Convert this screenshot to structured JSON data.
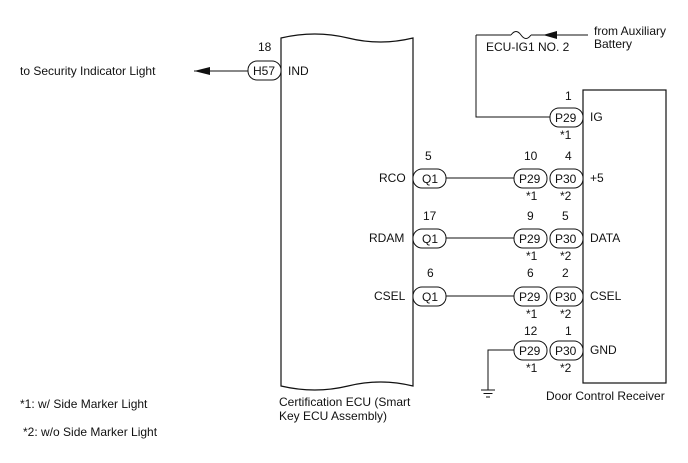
{
  "ecu": {
    "label_line1": "Certification ECU (Smart",
    "label_line2": "Key ECU Assembly)"
  },
  "receiver": {
    "label": "Door Control Receiver"
  },
  "security": {
    "pin": "18",
    "connector": "H57",
    "signal": "IND",
    "destination": "to Security Indicator Light"
  },
  "supply": {
    "fuse": "ECU-IG1 NO. 2",
    "source_line1": "from Auxiliary",
    "source_line2": "Battery",
    "pin": "1",
    "connector": "P29",
    "signal": "IG",
    "note": "*1"
  },
  "rows": [
    {
      "ecu_pin": "5",
      "ecu_signal": "RCO",
      "ecu_conn": "Q1",
      "p29_pin": "10",
      "p30_pin": "4",
      "p29": "P29",
      "p30": "P30",
      "note1": "*1",
      "note2": "*2",
      "rx_signal": "+5"
    },
    {
      "ecu_pin": "17",
      "ecu_signal": "RDAM",
      "ecu_conn": "Q1",
      "p29_pin": "9",
      "p30_pin": "5",
      "p29": "P29",
      "p30": "P30",
      "note1": "*1",
      "note2": "*2",
      "rx_signal": "DATA"
    },
    {
      "ecu_pin": "6",
      "ecu_signal": "CSEL",
      "ecu_conn": "Q1",
      "p29_pin": "6",
      "p30_pin": "2",
      "p29": "P29",
      "p30": "P30",
      "note1": "*1",
      "note2": "*2",
      "rx_signal": "CSEL"
    }
  ],
  "ground": {
    "p29_pin": "12",
    "p30_pin": "1",
    "p29": "P29",
    "p30": "P30",
    "note1": "*1",
    "note2": "*2",
    "rx_signal": "GND"
  },
  "legend": {
    "note1": "*1: w/ Side Marker Light",
    "note2": "*2: w/o Side Marker Light"
  }
}
